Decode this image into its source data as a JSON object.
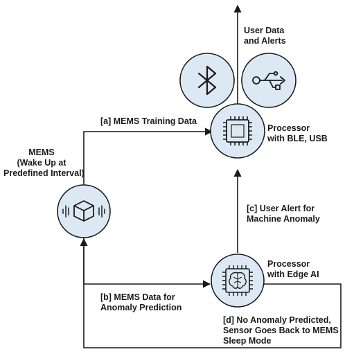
{
  "colors": {
    "node_fill": "#dce9f4",
    "node_stroke": "#1a1a1a",
    "line": "#1a1a1a"
  },
  "nodes": {
    "bluetooth": {
      "icon": "bluetooth-icon"
    },
    "usb": {
      "icon": "usb-icon"
    },
    "ble_processor": {
      "icon": "chip-icon",
      "label": [
        "Processor",
        "with BLE, USB"
      ]
    },
    "mems": {
      "icon": "cube-vibration-icon",
      "label": [
        "MEMS",
        "(Wake Up at",
        "Predefined Interval)"
      ]
    },
    "edge_processor": {
      "icon": "ai-brain-chip-icon",
      "label": [
        "Processor",
        "with Edge AI"
      ]
    }
  },
  "flows": {
    "user_data": [
      "User Data",
      "and Alerts"
    ],
    "a": "[a] MEMS Training Data",
    "b": [
      "[b] MEMS Data for",
      "Anomaly Prediction"
    ],
    "c": [
      "[c] User Alert for",
      "Machine Anomaly"
    ],
    "d": [
      "[d] No Anomaly Predicted,",
      "Sensor Goes Back to MEMS",
      "Sleep Mode"
    ]
  }
}
